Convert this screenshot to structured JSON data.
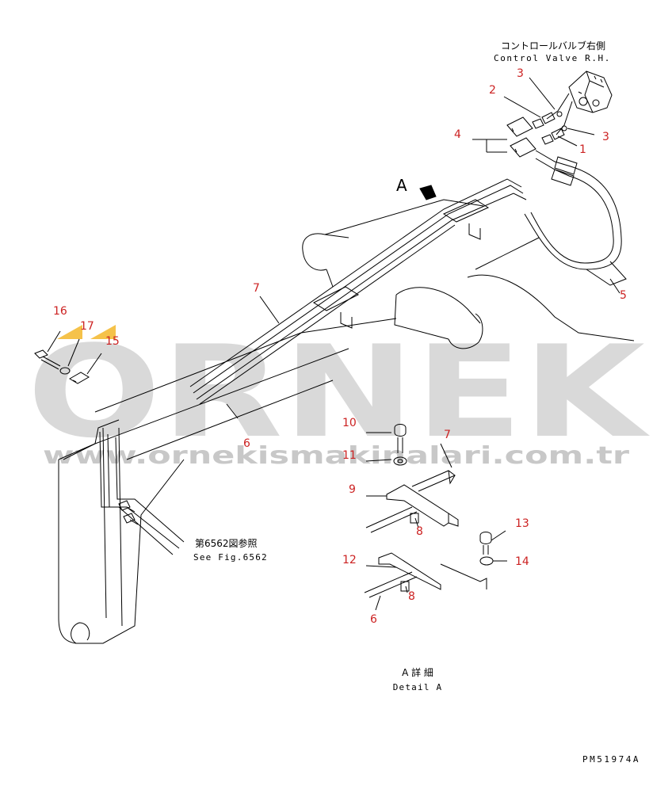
{
  "header": {
    "title_jp": "コントロールバルブ右側",
    "title_en": "Control Valve R.H."
  },
  "view_marker": "A",
  "callouts": [
    "1",
    "2",
    "3",
    "3",
    "4",
    "5",
    "6",
    "7",
    "16",
    "17",
    "15",
    "10",
    "11",
    "7",
    "9",
    "8",
    "13",
    "12",
    "14",
    "8",
    "6"
  ],
  "reference": {
    "jp": "第6562図参照",
    "en": "See Fig.6562"
  },
  "detail": {
    "jp": "A 詳 細",
    "en": "Detail A"
  },
  "drawing_code": "PM51974A",
  "watermark": {
    "brand": "ORNEK",
    "url": "www.ornekismakinalari.com.tr"
  },
  "colors": {
    "line": "#000000",
    "callout": "#cc2222",
    "watermark": "#d8d8d8",
    "accent": "#f5c24a"
  }
}
